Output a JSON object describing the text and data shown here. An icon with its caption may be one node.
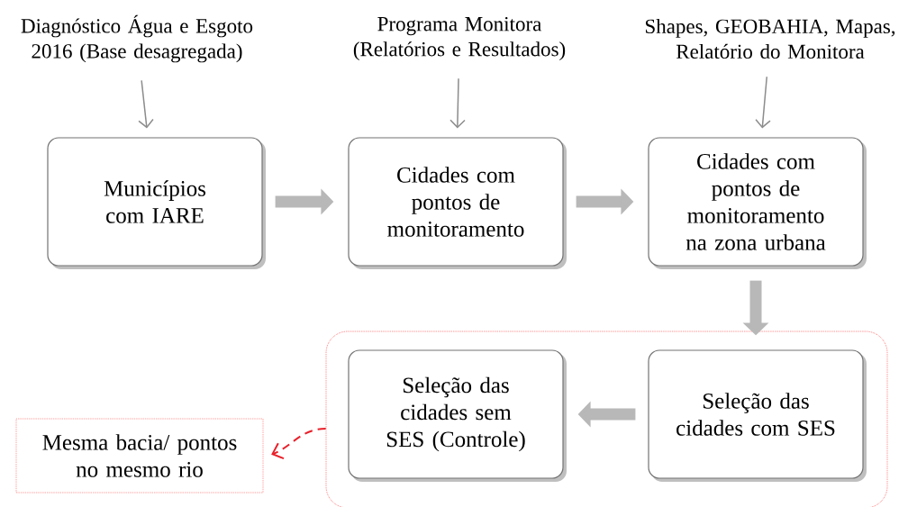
{
  "diagram": {
    "nodes": [
      {
        "text": [
          "Diagnóstico Água e Esgoto 2016 (Base desagregada)"
        ]
      },
      {
        "text": [
          "Municípios com IARE"
        ]
      },
      {
        "text": [
          "Programa Monitora (Relatórios e Resultados)"
        ]
      },
      {
        "text": [
          "Cidades com pontos de monitoramento"
        ]
      },
      {
        "text": [
          "Shapes, GEOBAHIA, Mapas, Relatório do Monitora"
        ]
      },
      {
        "text": [
          "Cidades com pontos de monitoramento na zona urbana"
        ]
      },
      {
        "text": [],
        "shape": "box"
      },
      {
        "text": [
          "Seleção das cidades sem SES (Controle)"
        ],
        "in": 6
      },
      {
        "text": [
          "Seleção das cidades com SES"
        ],
        "in": 6
      },
      {
        "text": [
          "Mesma bacia/ pontos no mesmo rio"
        ]
      }
    ],
    "edges": [
      {
        "from": 0,
        "to": 1,
        "arrow": "to"
      },
      {
        "from": 2,
        "to": 3,
        "arrow": "to"
      },
      {
        "from": 4,
        "to": 5,
        "arrow": "to"
      },
      {
        "from": 1,
        "to": 3,
        "arrow": "to",
        "style": "thick"
      },
      {
        "from": 3,
        "to": 5,
        "arrow": "to",
        "style": "thick"
      },
      {
        "from": 5,
        "to": 8,
        "arrow": "to",
        "style": "thick"
      },
      {
        "from": 8,
        "to": 7,
        "arrow": "to",
        "style": "thick"
      },
      {
        "from": 6,
        "to": 9,
        "arrow": "to",
        "style": "dashed",
        "color": "#e8202a"
      }
    ]
  }
}
